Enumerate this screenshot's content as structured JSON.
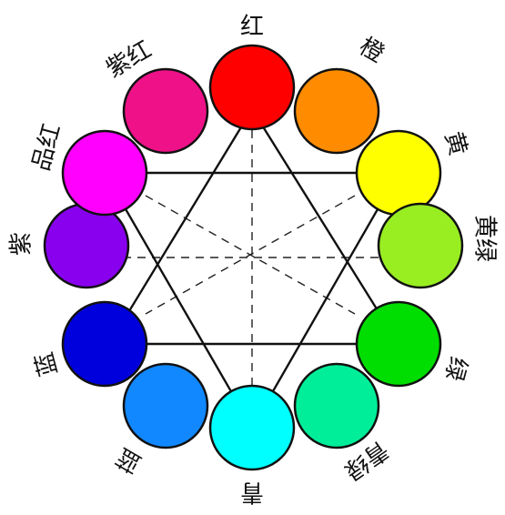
{
  "colors": [
    {
      "key": "red",
      "label": "红",
      "hex": "#ff0000"
    },
    {
      "key": "orange",
      "label": "橙",
      "hex": "#ff8c00"
    },
    {
      "key": "yellow",
      "label": "黄",
      "hex": "#ffff00"
    },
    {
      "key": "yellow-green",
      "label": "黄绿",
      "hex": "#99ee22"
    },
    {
      "key": "green",
      "label": "绿",
      "hex": "#00dd00"
    },
    {
      "key": "cyan-green",
      "label": "青绿",
      "hex": "#00ee99"
    },
    {
      "key": "cyan",
      "label": "青",
      "hex": "#00ffff"
    },
    {
      "key": "cyan-blue",
      "label": "蓝",
      "hex": "#1188ff"
    },
    {
      "key": "blue",
      "label": "蓝",
      "hex": "#0000dd"
    },
    {
      "key": "violet",
      "label": "紫",
      "hex": "#8800ee"
    },
    {
      "key": "magenta",
      "label": "品红",
      "hex": "#ff00ff"
    },
    {
      "key": "purple-red",
      "label": "紫红",
      "hex": "#ee1188"
    }
  ]
}
